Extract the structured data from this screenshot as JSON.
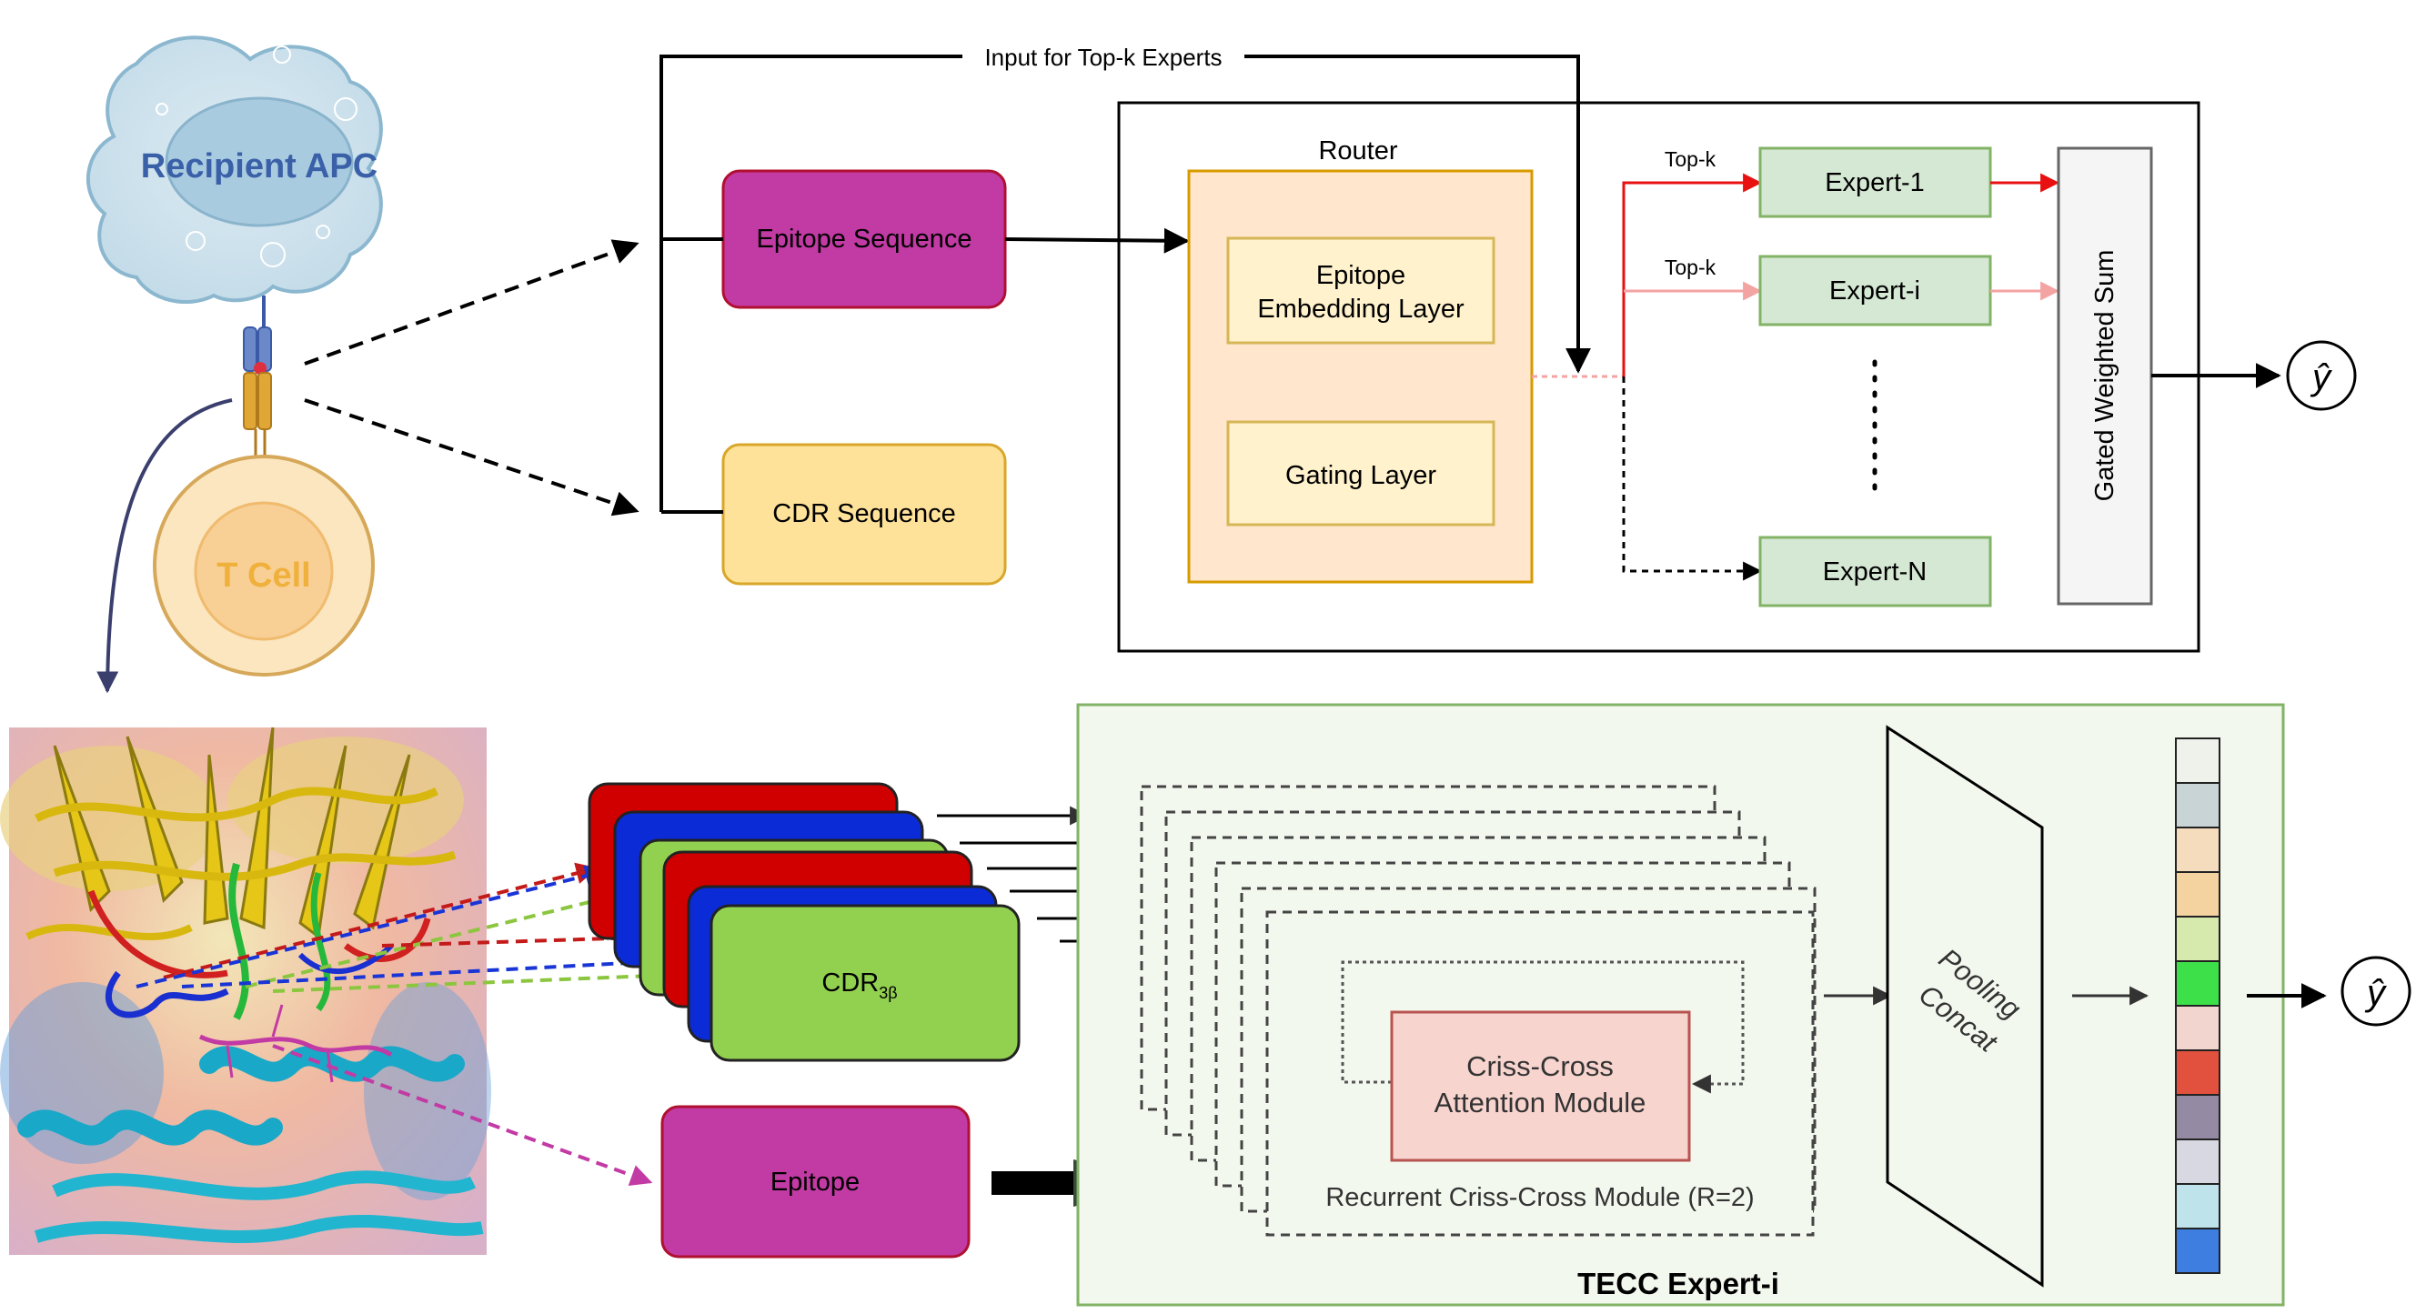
{
  "cells": {
    "apc_label": "Recipient APC",
    "tcell_label": "T Cell"
  },
  "top": {
    "arrow_label": "Input for Top-k Experts",
    "epitope_sequence": "Epitope Sequence",
    "cdr_sequence": "CDR Sequence",
    "router_title": "Router",
    "embedding_line1": "Epitope",
    "embedding_line2": "Embedding Layer",
    "gating_layer": "Gating Layer",
    "topk_label_1": "Top-k",
    "topk_label_2": "Top-k",
    "expert_1": "Expert-1",
    "expert_i": "Expert-i",
    "expert_n": "Expert-N",
    "gated_sum": "Gated Weighted Sum",
    "output": "ŷ"
  },
  "bottom": {
    "cdr_main": "CDR",
    "cdr_sub": "3β",
    "epitope": "Epitope",
    "cc_line1": "Criss-Cross",
    "cc_line2": "Attention Module",
    "recurrent_label": "Recurrent Criss-Cross Module (R=2)",
    "pooling_line1": "Pooling",
    "pooling_line2": "Concat",
    "expert_title": "TECC Expert-i",
    "output": "ŷ"
  },
  "colors": {
    "epitope_fill": "#c23aa4",
    "cdr_seq_fill": "#ffe299",
    "router_fill": "#ffe6cc",
    "router_inner_fill": "#fff2cc",
    "expert_fill": "#d5e8d4",
    "gated_fill": "#f5f5f5",
    "expert_panel_fill": "#f3f8ee",
    "cc_fill": "#f8d4ce",
    "apc_fill": "#cfe3ee",
    "tcell_fill": "#fbe6bf",
    "cdr_red": "#d10000",
    "cdr_blue": "#0a2bd6",
    "cdr_green": "#92d050",
    "topk_red": "#e81010",
    "topk_pink": "#f4a3a3"
  },
  "feature_vector_colors": [
    "#eef2ea",
    "#c9d4d6",
    "#f5dcbc",
    "#f5d3a1",
    "#d6eaae",
    "#3ee04a",
    "#f2d5cf",
    "#e2513e",
    "#958aa3",
    "#d7d8e2",
    "#bfe3ea",
    "#3d7ee0"
  ]
}
